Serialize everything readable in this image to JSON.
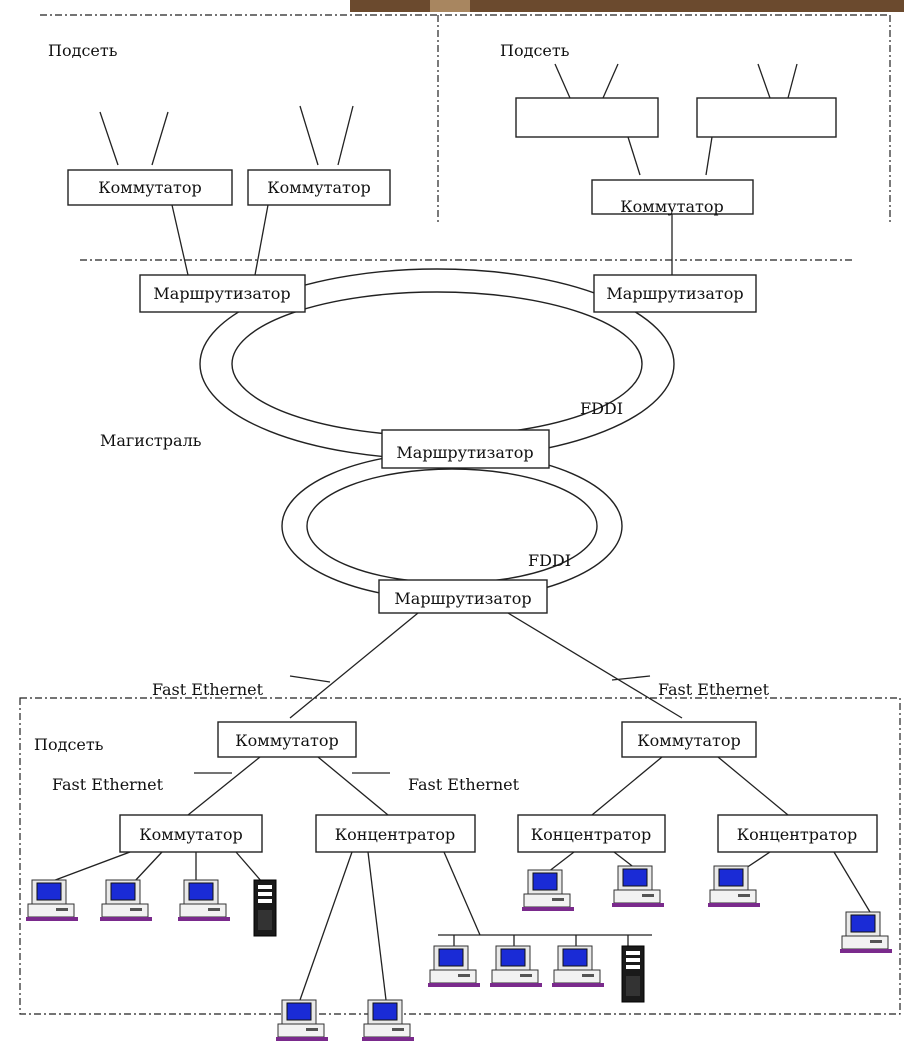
{
  "colors": {
    "screen": "#1a2bd6",
    "keyboard": "#7a2a8c",
    "line": "#222222",
    "background": "#ffffff",
    "photo_edge": "#6b4a2e"
  },
  "labels": {
    "subnet_top_left": "Подсеть",
    "subnet_top_right": "Подсеть",
    "subnet_bottom": "Подсеть",
    "backbone": "Магистраль",
    "fddi_upper": "FDDI",
    "fddi_lower": "FDDI",
    "fe_left": "Fast Ethernet",
    "fe_right": "Fast Ethernet",
    "fe_mid_left": "Fast Ethernet",
    "fe_mid_right": "Fast Ethernet"
  },
  "nodes": {
    "tl_switch_1": "Коммутатор",
    "tl_switch_2": "Коммутатор",
    "tr_switch": "Коммутатор",
    "router_left": "Маршрутизатор",
    "router_right": "Маршрутизатор",
    "router_center": "Маршрутизатор",
    "router_bottom": "Маршрутизатор",
    "b_switch_left": "Коммутатор",
    "b_switch_right": "Коммутатор",
    "b_switch_inner": "Коммутатор",
    "hub_1": "Концентратор",
    "hub_2": "Концентратор",
    "hub_3": "Концентратор"
  },
  "icons": {
    "workstation": "desktop-computer-icon",
    "server": "tower-server-icon"
  }
}
